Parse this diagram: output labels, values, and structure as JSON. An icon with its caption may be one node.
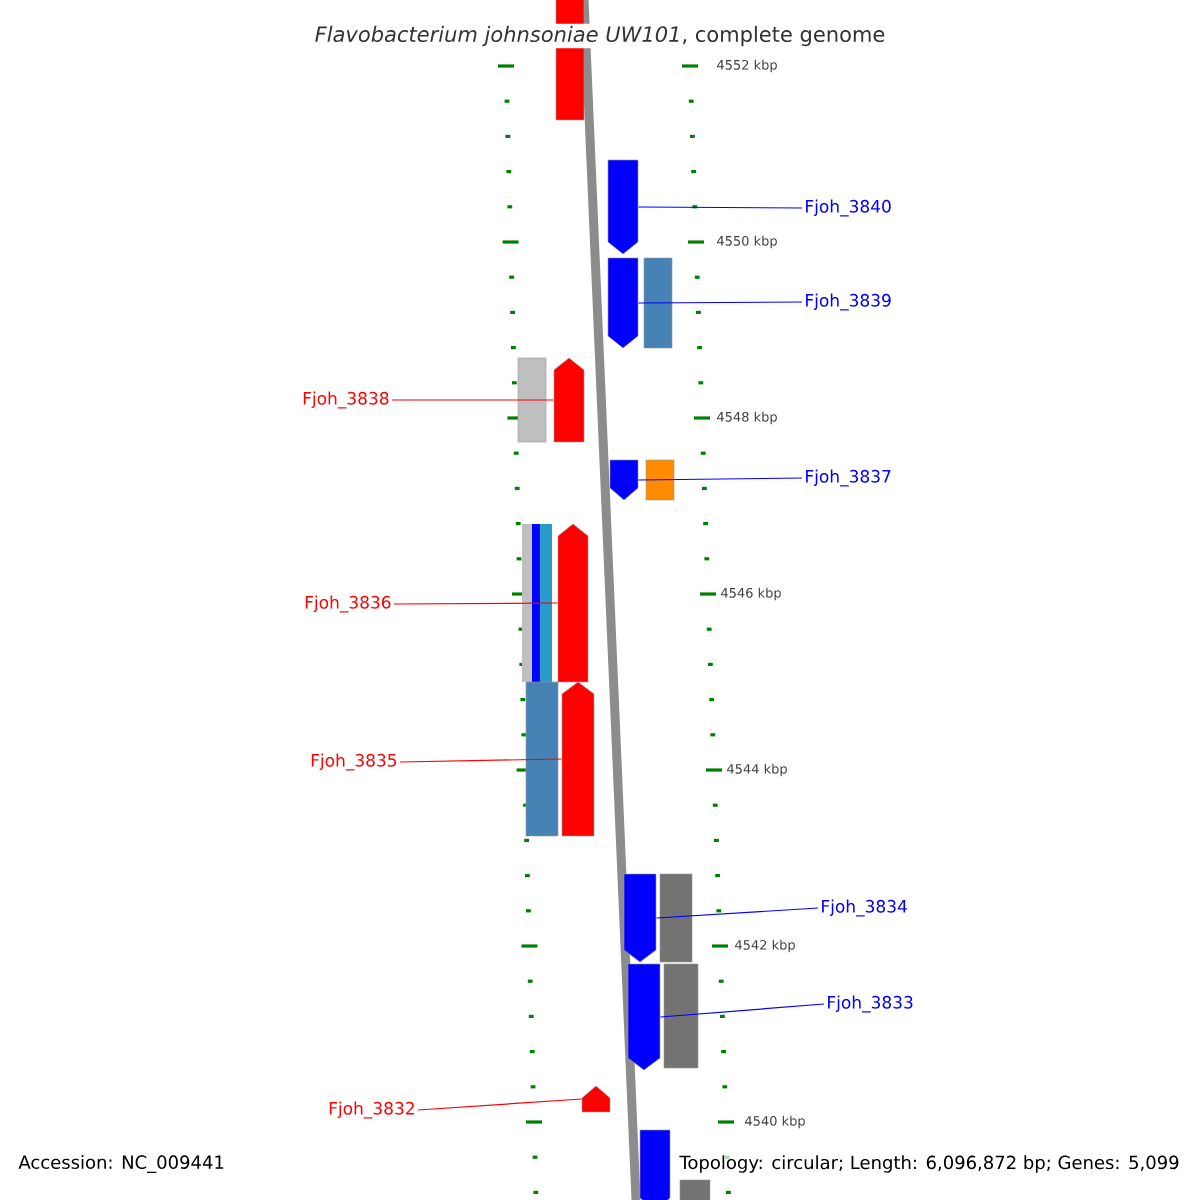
{
  "diagram": {
    "title": "*Flavobacterium johnsoniae* *UW101*, complete genome",
    "nodes": [
      {
        "text": [
          "Fjoh_3840"
        ]
      },
      {
        "text": [
          "Fjoh_3839"
        ]
      },
      {
        "text": [
          "Fjoh_3838"
        ]
      },
      {
        "text": [
          "Fjoh_3837"
        ]
      },
      {
        "text": [
          "Fjoh_3836"
        ]
      },
      {
        "text": [
          "Fjoh_3835"
        ]
      },
      {
        "text": [
          "Fjoh_3834"
        ]
      },
      {
        "text": [
          "Fjoh_3833"
        ]
      },
      {
        "text": [
          "Fjoh_3832"
        ]
      },
      {
        "text": [],
        "shape": "pentagon"
      },
      {
        "text": [],
        "shape": "pentagon"
      },
      {
        "text": [],
        "shape": "pentagon"
      },
      {
        "text": [],
        "shape": "pentagon"
      },
      {
        "text": [],
        "shape": "pentagon"
      },
      {
        "text": [],
        "shape": "pentagon"
      },
      {
        "text": [],
        "shape": "pentagon"
      },
      {
        "text": [],
        "shape": "pentagon"
      },
      {
        "text": [],
        "shape": "pentagon"
      }
    ],
    "edges": [
      {
        "from": 0,
        "to": 9,
        "arrow": "none"
      },
      {
        "from": 1,
        "to": 10,
        "arrow": "none"
      },
      {
        "from": 2,
        "to": 11,
        "arrow": "none",
        "color": "#ff0000"
      },
      {
        "from": 3,
        "to": 12,
        "arrow": "none"
      },
      {
        "from": 4,
        "to": 13,
        "arrow": "none",
        "color": "#ff0000"
      },
      {
        "from": 5,
        "to": 14,
        "arrow": "none",
        "color": "#ff0000"
      },
      {
        "from": 6,
        "to": 15,
        "arrow": "none"
      },
      {
        "from": 7,
        "to": 16,
        "arrow": "none"
      },
      {
        "from": 8,
        "to": 17,
        "arrow": "none",
        "color": "#ff0000"
      }
    ],
    "labels": [
      "4552 kbp",
      "4550 kbp",
      "4548 kbp",
      "4546 kbp",
      "4544 kbp",
      "4542 kbp",
      "4540 kbp",
      "Accession: NC_009441",
      "Topology: circular; Length: 6,096,872 bp; Genes: 5,099"
    ]
  }
}
